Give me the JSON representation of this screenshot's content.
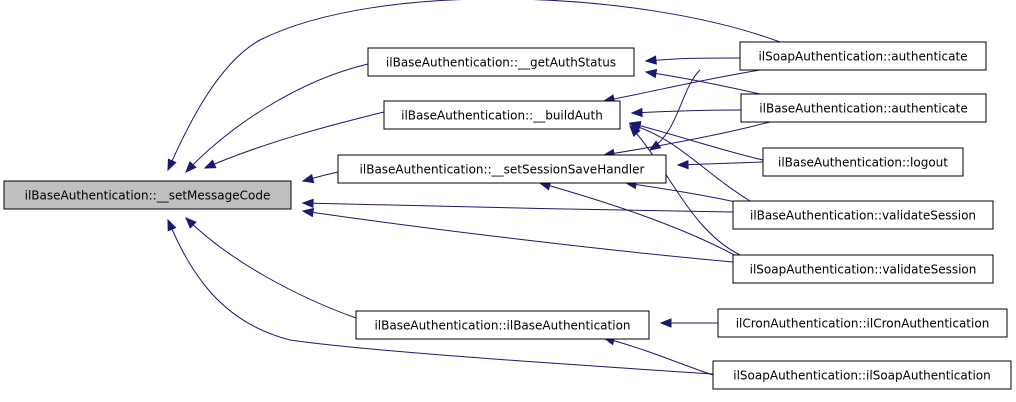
{
  "graph": {
    "colors": {
      "edge": "#191970",
      "node_fill": "#ffffff",
      "focus_fill": "#bfbfbf",
      "border": "#000000",
      "text": "#000000"
    },
    "nodes": [
      {
        "id": "setMessageCode",
        "label": "ilBaseAuthentication::__setMessageCode",
        "focus": true
      },
      {
        "id": "getAuthStatus",
        "label": "ilBaseAuthentication::__getAuthStatus"
      },
      {
        "id": "buildAuth",
        "label": "ilBaseAuthentication::__buildAuth"
      },
      {
        "id": "setSessionSaveHandler",
        "label": "ilBaseAuthentication::__setSessionSaveHandler"
      },
      {
        "id": "baseCtor",
        "label": "ilBaseAuthentication::ilBaseAuthentication"
      },
      {
        "id": "soapAuthenticate",
        "label": "ilSoapAuthentication::authenticate"
      },
      {
        "id": "baseAuthenticate",
        "label": "ilBaseAuthentication::authenticate"
      },
      {
        "id": "logout",
        "label": "ilBaseAuthentication::logout"
      },
      {
        "id": "baseValidate",
        "label": "ilBaseAuthentication::validateSession"
      },
      {
        "id": "soapValidate",
        "label": "ilSoapAuthentication::validateSession"
      },
      {
        "id": "cronCtor",
        "label": "ilCronAuthentication::ilCronAuthentication"
      },
      {
        "id": "soapCtor",
        "label": "ilSoapAuthentication::ilSoapAuthentication"
      }
    ],
    "edges": [
      {
        "from": "getAuthStatus",
        "to": "setMessageCode"
      },
      {
        "from": "buildAuth",
        "to": "setMessageCode"
      },
      {
        "from": "setSessionSaveHandler",
        "to": "setMessageCode"
      },
      {
        "from": "baseCtor",
        "to": "setMessageCode"
      },
      {
        "from": "soapAuthenticate",
        "to": "setMessageCode"
      },
      {
        "from": "baseValidate",
        "to": "setMessageCode"
      },
      {
        "from": "soapValidate",
        "to": "setMessageCode"
      },
      {
        "from": "soapCtor",
        "to": "setMessageCode"
      },
      {
        "from": "soapAuthenticate",
        "to": "getAuthStatus"
      },
      {
        "from": "baseAuthenticate",
        "to": "getAuthStatus"
      },
      {
        "from": "soapAuthenticate",
        "to": "buildAuth"
      },
      {
        "from": "baseAuthenticate",
        "to": "buildAuth"
      },
      {
        "from": "logout",
        "to": "buildAuth"
      },
      {
        "from": "baseValidate",
        "to": "buildAuth"
      },
      {
        "from": "soapValidate",
        "to": "buildAuth"
      },
      {
        "from": "baseAuthenticate",
        "to": "setSessionSaveHandler"
      },
      {
        "from": "soapAuthenticate",
        "to": "setSessionSaveHandler"
      },
      {
        "from": "logout",
        "to": "setSessionSaveHandler"
      },
      {
        "from": "baseValidate",
        "to": "setSessionSaveHandler"
      },
      {
        "from": "soapValidate",
        "to": "setSessionSaveHandler"
      },
      {
        "from": "cronCtor",
        "to": "baseCtor"
      },
      {
        "from": "soapCtor",
        "to": "baseCtor"
      }
    ]
  }
}
